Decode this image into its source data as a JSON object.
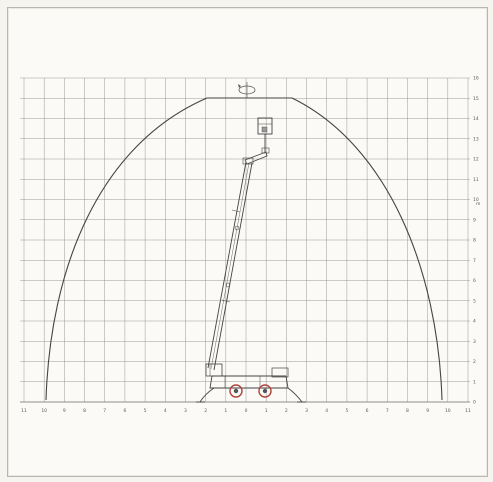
{
  "diagram": {
    "colors": {
      "paper": "#fbfaf7",
      "border": "#b9b6b0",
      "grid": "#8e8e8e",
      "ink": "#444444",
      "accent": "#c45a4a"
    },
    "right_axis": {
      "ticks": [
        "0",
        "1",
        "2",
        "3",
        "4",
        "5",
        "6",
        "7",
        "8",
        "9",
        "10",
        "11",
        "12",
        "13",
        "14",
        "15",
        "16"
      ],
      "unit_label": "m"
    },
    "bottom_axis": {
      "ticks": [
        "11",
        "10",
        "9",
        "8",
        "7",
        "6",
        "5",
        "4",
        "3",
        "2",
        "1",
        "0",
        "1",
        "2",
        "3",
        "4",
        "5",
        "6",
        "7",
        "8",
        "9",
        "10",
        "11"
      ]
    },
    "rotation_icon": "rotate-arrow-icon"
  }
}
